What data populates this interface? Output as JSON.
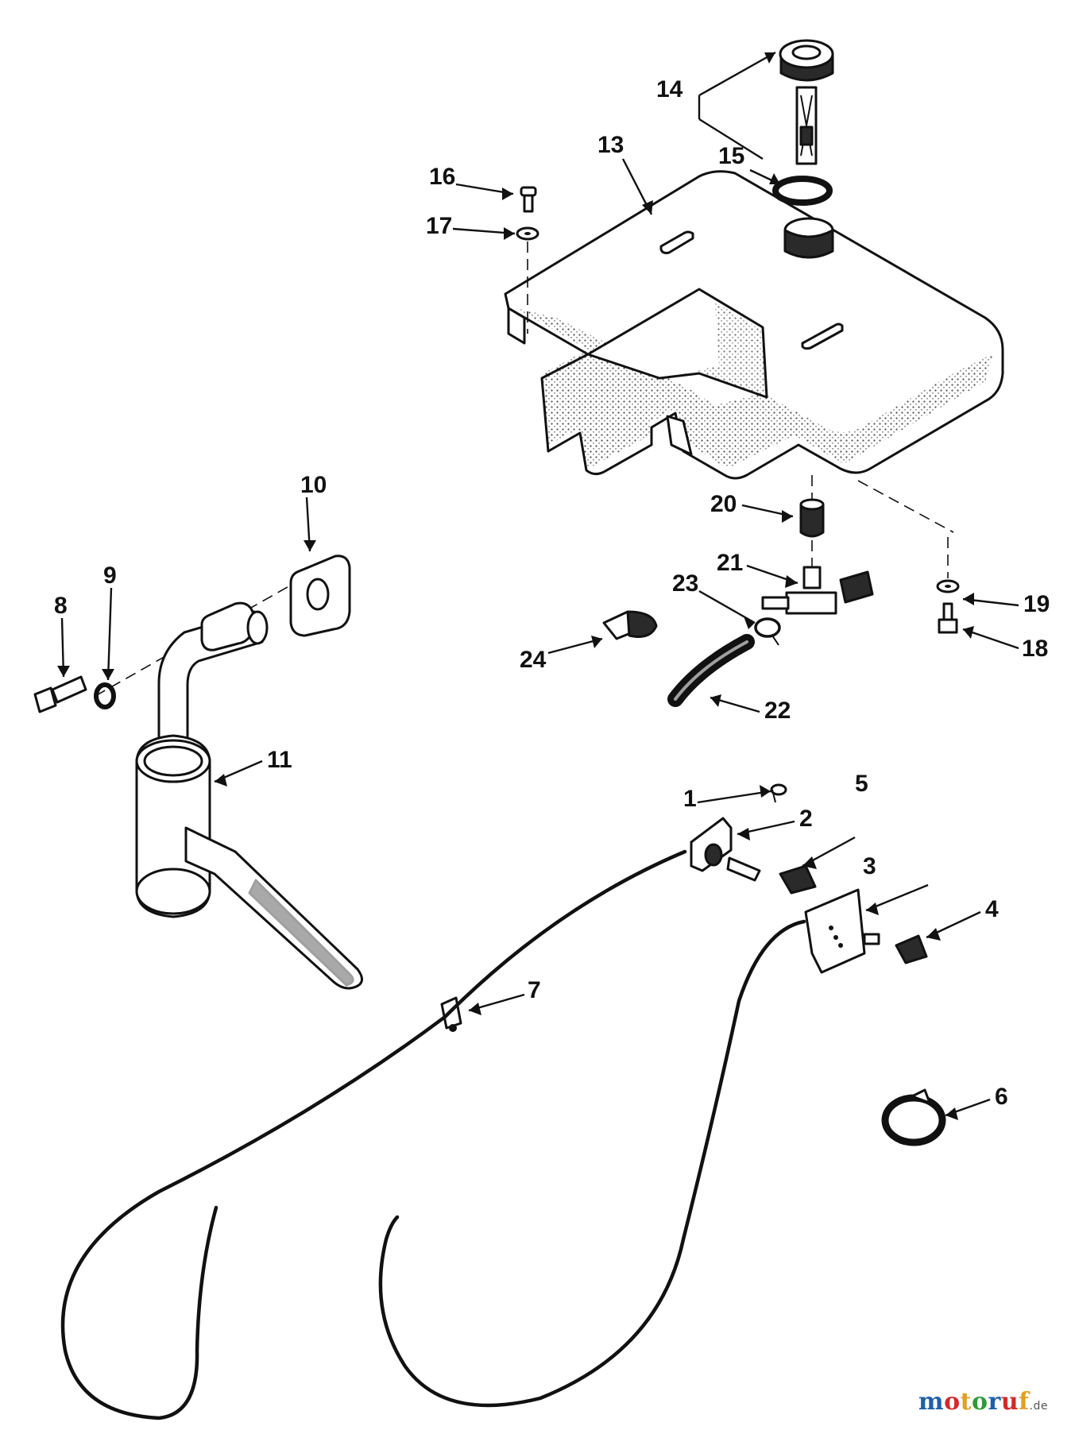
{
  "diagram": {
    "callouts": [
      "1",
      "2",
      "3",
      "4",
      "5",
      "6",
      "7",
      "8",
      "9",
      "10",
      "11",
      "13",
      "14",
      "15",
      "16",
      "17",
      "18",
      "19",
      "20",
      "21",
      "22",
      "23",
      "24"
    ]
  },
  "watermark": {
    "brand_parts": [
      "m",
      "o",
      "t",
      "o",
      "r",
      "u",
      "f"
    ],
    "tld": ".de"
  },
  "colors": {
    "ink": "#111111",
    "background": "#ffffff",
    "watermark_blue": "#1f5fa8",
    "watermark_red": "#d32a2a",
    "watermark_yellow": "#e0a020",
    "watermark_green": "#2f9a3a"
  }
}
